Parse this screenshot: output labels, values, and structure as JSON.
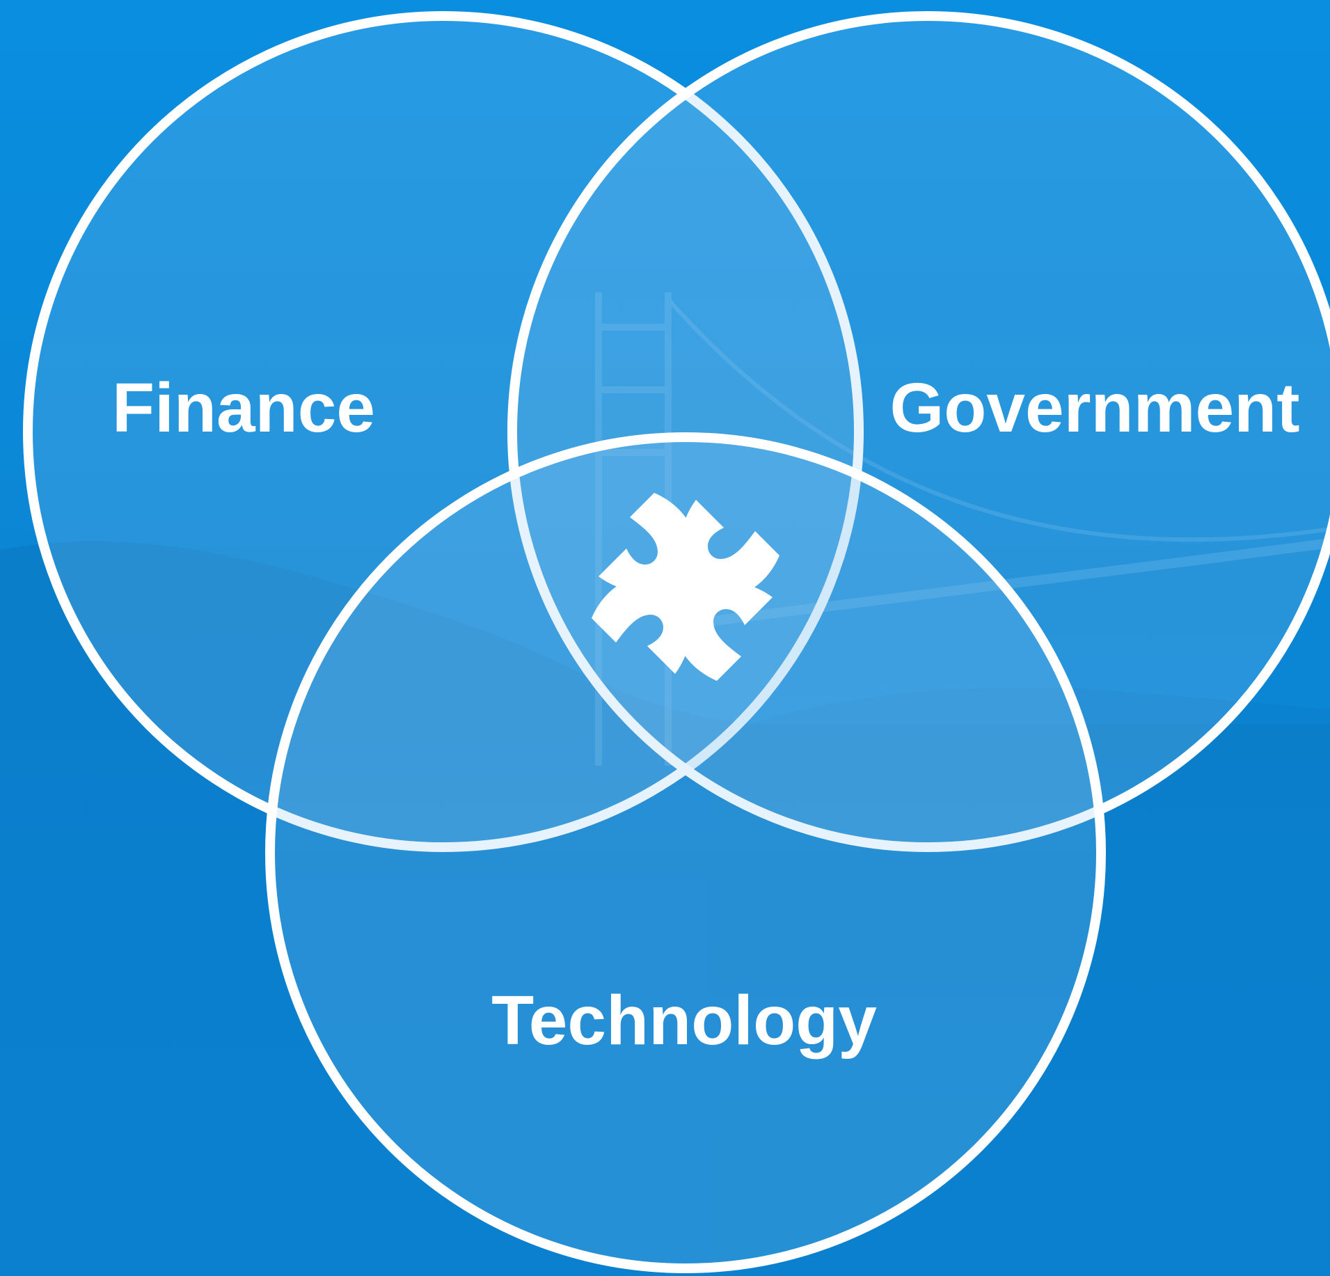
{
  "colors": {
    "background": "#0a8ad9",
    "circle_fill": "#8fcaf2",
    "outline": "#ffffff"
  },
  "venn": {
    "sets": [
      {
        "id": "finance",
        "label": "Finance"
      },
      {
        "id": "government",
        "label": "Government"
      },
      {
        "id": "technology",
        "label": "Technology"
      }
    ],
    "center_icon": "four-arc-logo-icon"
  }
}
